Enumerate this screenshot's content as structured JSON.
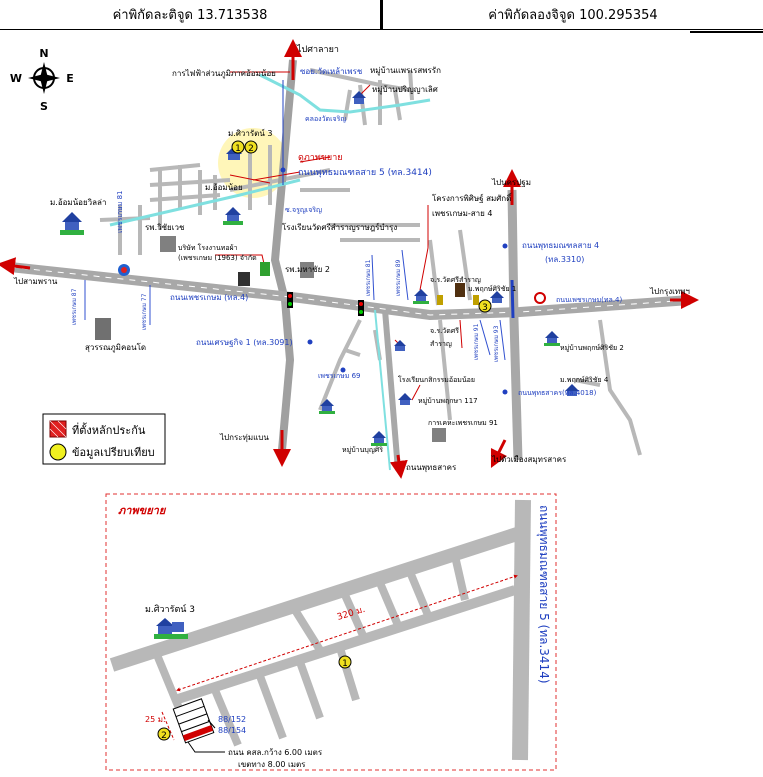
{
  "header": {
    "latitude_label": "ค่าพิกัดละติจูด 13.713538",
    "longitude_label": "ค่าพิกัดลองจิจูด 100.295354"
  },
  "compass": {
    "n": "N",
    "s": "S",
    "e": "E",
    "w": "W"
  },
  "labels": {
    "to_sala_ya": "ไปศาลายา",
    "electricity": "การไฟฟ้าส่วนภูมิภาคอ้อมน้อย",
    "soi_wat": "ซอย.วัดเหล้าเพรช",
    "village_khae": "หมู่บ้านแพรเรสพรรัก",
    "village_prinya": "หมู่บ้านปริญญาเลิศ",
    "canal": "คลองวัดเจริญ",
    "m_siwarat_3": "ม.ศิวารัตน์ 3",
    "zoom_marker": "ดูภาพขยาย",
    "road_phutthamonthon": "ถนนพุทธมณฑลสาย 5 (ทล.3414)",
    "m_om_noi_villa": "ม.อ้อมน้อยวิลล่า",
    "road_petchkasem_81": "เพชรเกษม 81",
    "hosp_vichaivej": "รพ.วิชัยเวช",
    "m_om_noi": "ม.อ้อมน้อย",
    "soi_charoen": "ซ.จรูญเจริญ",
    "project_kritsada": "โครงการพิศิษฐ์ สมศักดิ์",
    "petchkasem_soi4": "เพชรเกษม-สาย 4",
    "to_nakhon_pathom": "ไปนครปฐม",
    "road_phutthamonthon_4": "ถนนพุทธมณฑลสาย 4",
    "tl_3310": "(ทล.3310)",
    "school_wat": "โรงเรียนวัดศรีสำราญราษฎร์บำรุง",
    "company": "บริษัท โรงงานทอผ้า",
    "company2": "(เพชรเกษม (1963) จำกัด",
    "hosp_mahachai": "รพ.มหาชัย 2",
    "to_sam_phran": "ไปสามพราน",
    "road_petchkasem": "ถนนเพชรเกษม (ทล.4)",
    "wat_sri": "จ.ร.วัดศรีสำราญ",
    "m_phrueksa": "ม.พฤกษ์ศิริชัย 1",
    "to_bangkok": "ไปกรุงเทพฯ",
    "road_petchkasem_r": "ถนนเพชรเกษม(ทล.4)",
    "village_phruek2": "หมู่บ้านพฤกษ์ศิริชัย 2",
    "suwannaphum": "สุวรรณภูมิคอนโด",
    "setthakit": "ถนนเศรษฐกิจ 1 (ทล.3091)",
    "wat_sri2": "จ.ร.วัดศรี",
    "samran": "สำราญ",
    "phutthamonthon_sakhon": "ถนนพุทธสาคร(ทล.4018)",
    "m_phruek4": "ม.พฤกษ์ศิริชัย 4",
    "petch_soi": "เพชรเกษม 69",
    "school_om_noi": "โรงเรียนกสิกรรมอ้อมน้อย",
    "village_phruek117": "หมู่บ้านพฤกษา 117",
    "kaset": "การเคหะเพชรเกษม 91",
    "to_krathum": "ไปกระทุ่มแบน",
    "village_bunsiri": "หมู่บ้านบุญศิริ",
    "road_phutthasakhon": "ถนนพุทธสาคร",
    "to_samut_sakhon": "ไปตัวเมืองสมุทรสาคร",
    "road_soi_87": "เพชรเกษม 87",
    "road_soi_77": "เพชรเกษม 77",
    "road_soi_81b": "เพชรเกษม 81",
    "road_soi_89": "เพชรเกษม 89",
    "road_soi_91": "เพชรเกษม 91",
    "road_soi_93": "เพชรเกษม 93"
  },
  "legend": {
    "subject": "ที่ตั้งหลักประกัน",
    "comparable": "ข้อมูลเปรียบเทียบ"
  },
  "markers": {
    "one": "1",
    "two": "2",
    "three": "3"
  },
  "inset": {
    "title": "ภาพขยาย",
    "road": "ถนนพุทธมณฑลสาย 5 (ทล.3414)",
    "m_siwarat_3": "ม.ศิวารัตน์ 3",
    "distance": "320 ม.",
    "distance_25": "25 ม.",
    "plot_1": "88/152",
    "plot_2": "88/154",
    "road_width": "ถนน คสล.กว้าง 6.00 เมตร",
    "zone_width": "เขตทาง 8.00 เมตร"
  }
}
